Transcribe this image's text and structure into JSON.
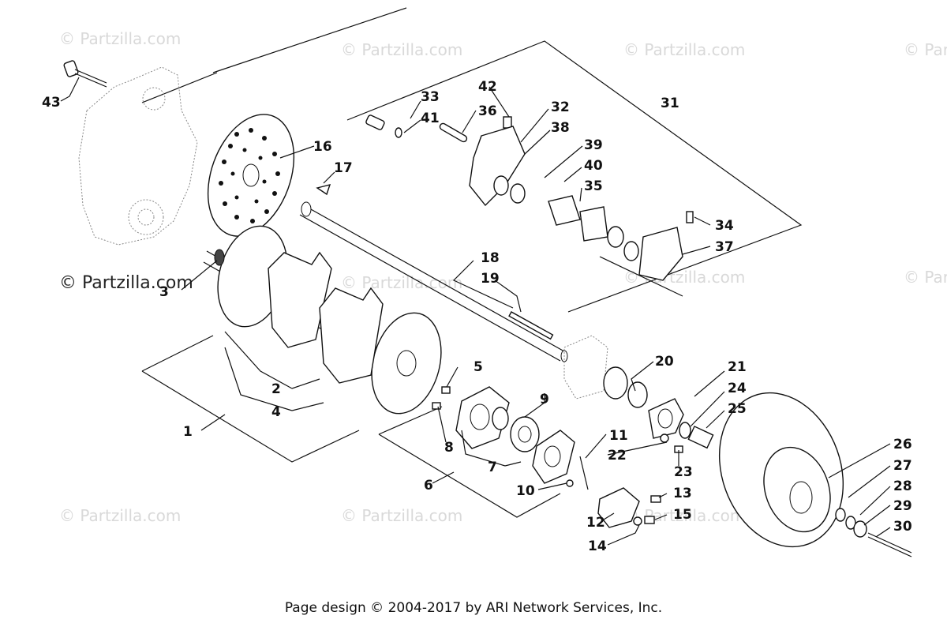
{
  "watermark": "© Partzilla.com",
  "watermark_prominent": "© Partzilla.com",
  "footer": "Page design © 2004-2017 by ARI Network Services, Inc.",
  "callouts": [
    "1",
    "2",
    "3",
    "4",
    "5",
    "6",
    "7",
    "8",
    "9",
    "10",
    "11",
    "12",
    "13",
    "14",
    "15",
    "16",
    "17",
    "18",
    "19",
    "20",
    "21",
    "22",
    "23",
    "24",
    "25",
    "26",
    "27",
    "28",
    "29",
    "30",
    "31",
    "32",
    "33",
    "34",
    "35",
    "36",
    "37",
    "38",
    "39",
    "40",
    "41",
    "42",
    "43"
  ]
}
